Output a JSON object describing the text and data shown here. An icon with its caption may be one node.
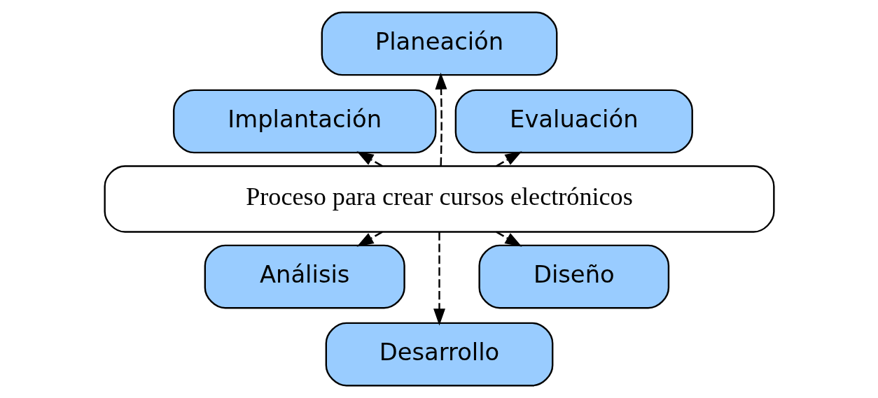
{
  "diagram": {
    "nodes": [
      {
        "text": [
          "Evaluación"
        ]
      },
      {
        "text": [
          "Planeación"
        ]
      },
      {
        "text": [
          "Implantación"
        ]
      },
      {
        "text": [
          "Proceso para crear cursos electrónicos"
        ]
      },
      {
        "text": [
          "Análisis"
        ]
      },
      {
        "text": [
          "Desarrollo"
        ]
      },
      {
        "text": [
          "Diseño"
        ]
      }
    ],
    "edges": [
      {
        "from": 3,
        "to": 0,
        "arrow": "to",
        "style": "dashed"
      },
      {
        "from": 3,
        "to": 1,
        "arrow": "to",
        "style": "dashed"
      },
      {
        "from": 3,
        "to": 2,
        "arrow": "to",
        "style": "dashed"
      },
      {
        "from": 3,
        "to": 4,
        "arrow": "to",
        "style": "dashed"
      },
      {
        "from": 3,
        "to": 5,
        "arrow": "to",
        "style": "dashed"
      },
      {
        "from": 3,
        "to": 6,
        "arrow": "to",
        "style": "dashed"
      }
    ]
  }
}
